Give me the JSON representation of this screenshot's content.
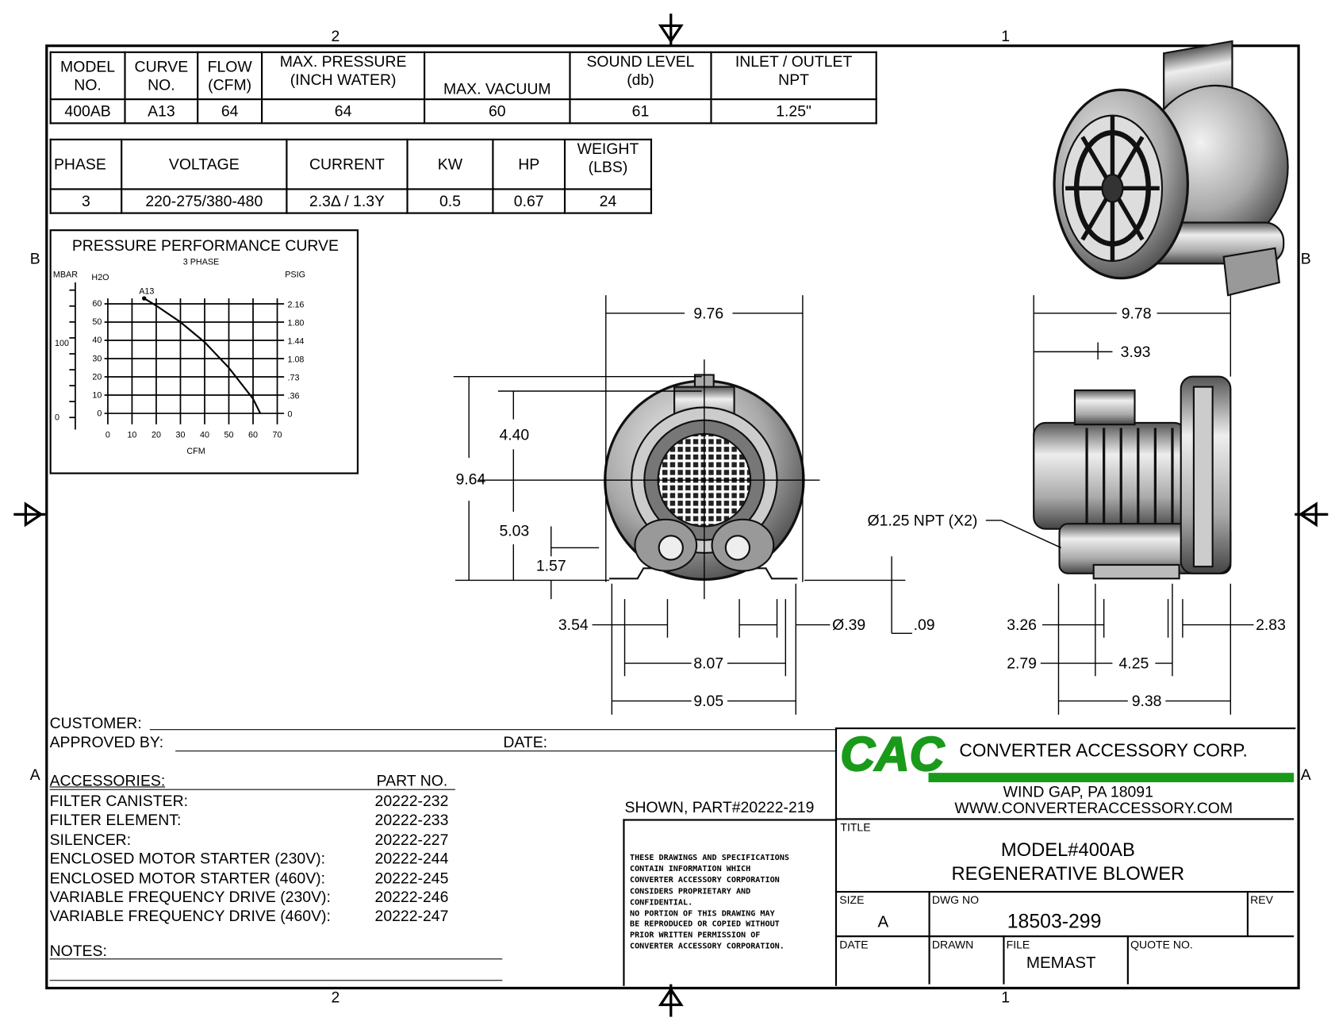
{
  "zones": {
    "top_left": "2",
    "top_right": "1",
    "bottom_left": "2",
    "bottom_right": "1",
    "left_upper": "B",
    "right_upper": "B",
    "left_lower": "A",
    "right_lower": "A"
  },
  "spec_table": {
    "headers": [
      "MODEL\nNO.",
      "CURVE\nNO.",
      "FLOW\n(CFM)",
      "MAX. PRESSURE\n(INCH WATER)",
      "MAX. VACUUM",
      "SOUND LEVEL\n(db)",
      "INLET / OUTLET\nNPT"
    ],
    "values": [
      "400AB",
      "A13",
      "64",
      "64",
      "60",
      "61",
      "1.25\""
    ]
  },
  "electrical_table": {
    "headers": [
      "PHASE",
      "VOLTAGE",
      "CURRENT",
      "KW",
      "HP",
      "WEIGHT\n(LBS)"
    ],
    "values": [
      "3",
      "220-275/380-480",
      "2.3Δ / 1.3Y",
      "0.5",
      "0.67",
      "24"
    ]
  },
  "chart_data": {
    "type": "line",
    "title": "PRESSURE PERFORMANCE CURVE",
    "subtitle": "3 PHASE",
    "xlabel": "CFM",
    "ylabel": "H2O",
    "ylabel_left": "MBAR",
    "ylabel_right": "PSIG",
    "xlim": [
      0,
      70
    ],
    "ylim": [
      0,
      60
    ],
    "x_ticks": [
      "0",
      "10",
      "20",
      "30",
      "40",
      "50",
      "60",
      "70"
    ],
    "y_ticks": [
      "0",
      "10",
      "20",
      "30",
      "40",
      "50",
      "60"
    ],
    "psig_ticks": [
      "0",
      ".36",
      ".73",
      "1.08",
      "1.44",
      "1.80",
      "2.16"
    ],
    "mbar_ticks": [
      "0",
      "100"
    ],
    "grid": true,
    "series": [
      {
        "name": "A13",
        "x": [
          15,
          20,
          30,
          40,
          50,
          60,
          63
        ],
        "y": [
          63,
          59,
          50,
          39,
          25,
          8,
          0
        ]
      }
    ]
  },
  "dimensions": {
    "front_width": "9.76",
    "front_top": "4.40",
    "front_height": "9.64",
    "front_center": "5.03",
    "front_port": "1.57",
    "front_foot_left": "3.54",
    "hole_dia": "Ø.39",
    "foot_thk": ".09",
    "foot_span": "8.07",
    "base_width": "9.05",
    "side_width": "9.78",
    "side_box": "3.93",
    "port_callout": "Ø1.25 NPT (X2)",
    "side_left": "3.26",
    "side_right": "2.83",
    "side_foot_left": "2.79",
    "side_foot_span": "4.25",
    "side_base": "9.38"
  },
  "form": {
    "customer": "CUSTOMER:",
    "approved_by": "APPROVED BY:",
    "date": "DATE:",
    "notes": "NOTES:",
    "shown_part": "SHOWN, PART#20222-219"
  },
  "accessories": {
    "header": "ACCESSORIES:",
    "part_header": "PART NO.",
    "items": [
      {
        "name": "FILTER CANISTER:",
        "part": "20222-232"
      },
      {
        "name": "FILTER ELEMENT:",
        "part": "20222-233"
      },
      {
        "name": "SILENCER:",
        "part": "20222-227"
      },
      {
        "name": "ENCLOSED MOTOR STARTER (230V):",
        "part": "20222-244"
      },
      {
        "name": "ENCLOSED MOTOR STARTER (460V):",
        "part": "20222-245"
      },
      {
        "name": "VARIABLE FREQUENCY DRIVE (230V):",
        "part": "20222-246"
      },
      {
        "name": "VARIABLE FREQUENCY DRIVE (460V):",
        "part": "20222-247"
      }
    ]
  },
  "disclaimer": [
    "THESE DRAWINGS AND SPECIFICATIONS",
    "CONTAIN INFORMATION WHICH",
    "CONVERTER ACCESSORY CORPORATION",
    "CONSIDERS PROPRIETARY AND",
    "CONFIDENTIAL.",
    "NO PORTION OF THIS DRAWING MAY",
    "BE REPRODUCED OR COPIED WITHOUT",
    "PRIOR WRITTEN PERMISSION OF",
    "CONVERTER ACCESSORY CORPORATION."
  ],
  "title_block": {
    "logo": "CAC",
    "company": "CONVERTER ACCESSORY CORP.",
    "address": "WIND GAP, PA 18091",
    "website": "WWW.CONVERTERACCESSORY.COM",
    "title_label": "TITLE",
    "title_line1": "MODEL#400AB",
    "title_line2": "REGENERATIVE BLOWER",
    "size_label": "SIZE",
    "size": "A",
    "dwg_label": "DWG NO",
    "dwg_no": "18503-299",
    "rev_label": "REV",
    "date_label": "DATE",
    "drawn_label": "DRAWN",
    "file_label": "FILE",
    "file": "MEMAST",
    "quote_label": "QUOTE NO.",
    "brand_color": "#1a9a1a"
  }
}
